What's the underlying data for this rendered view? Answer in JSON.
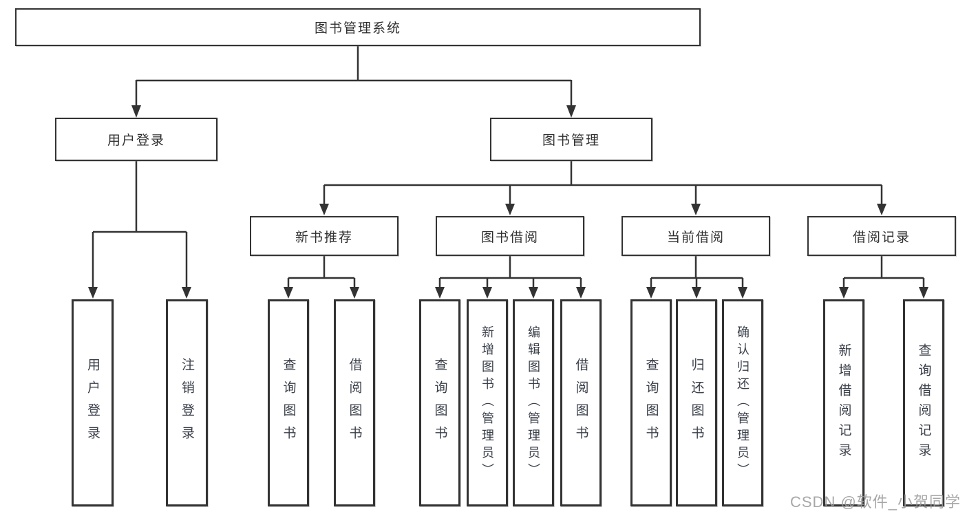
{
  "root": {
    "label": "图书管理系统"
  },
  "user_login": {
    "label": "用户登录",
    "children": [
      "用户登录",
      "注销登录"
    ]
  },
  "book_mgmt": {
    "label": "图书管理"
  },
  "new_book_rec": {
    "label": "新书推荐",
    "children": [
      "查询图书",
      "借阅图书"
    ]
  },
  "book_borrow": {
    "label": "图书借阅",
    "children": [
      "查询图书",
      "新增图书（管理员）",
      "编辑图书（管理员）",
      "借阅图书"
    ]
  },
  "current_borrow": {
    "label": "当前借阅",
    "children": [
      "查询图书",
      "归还图书",
      "确认归还（管理员）"
    ]
  },
  "borrow_record": {
    "label": "借阅记录",
    "children": [
      "新增借阅记录",
      "查询借阅记录"
    ]
  },
  "colors": {
    "line": "#333333",
    "box_border": "#333333",
    "text": "#303030",
    "watermark": "#9b9b9b"
  },
  "watermark": "CSDN @软件_小贺同学"
}
